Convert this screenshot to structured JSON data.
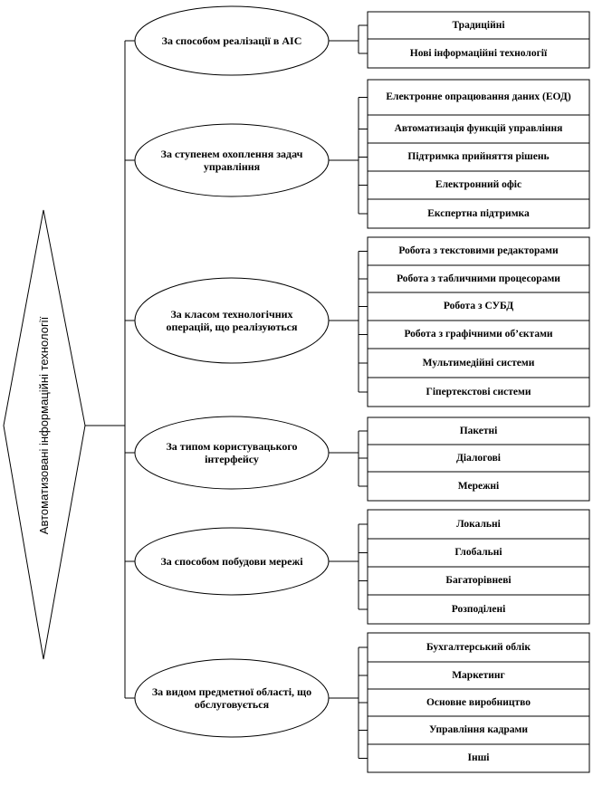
{
  "root": {
    "label": "Автоматизовані інформаційні технології"
  },
  "groups": [
    {
      "label": "За способом реалізації в АІС",
      "items": [
        "Традиційні",
        "Нові інформаційні технології"
      ]
    },
    {
      "label": "За ступенем охоплення задач управління",
      "items": [
        "Електронне опрацювання даних (ЕОД)",
        "Автоматизація функцій управління",
        "Підтримка прийняття рішень",
        "Електронний офіс",
        "Експертна підтримка"
      ]
    },
    {
      "label": "За класом технологічних операцій, що реалізуються",
      "items": [
        "Робота з текстовими редакторами",
        "Робота з табличними процесорами",
        "Робота з СУБД",
        "Робота з графічними об’єктами",
        "Мультимедійні системи",
        "Гіпертекстові системи"
      ]
    },
    {
      "label": "За типом користувацького інтерфейсу",
      "items": [
        "Пакетні",
        "Діалогові",
        "Мережні"
      ]
    },
    {
      "label": "За способом побудови мережі",
      "items": [
        "Локальні",
        "Глобальні",
        "Багаторівневі",
        "Розподілені"
      ]
    },
    {
      "label": "За видом предметної області, що обслуговується",
      "items": [
        "Бухгалтерський облік",
        "Маркетинг",
        "Основне виробництво",
        "Управління кадрами",
        "Інші"
      ]
    }
  ]
}
